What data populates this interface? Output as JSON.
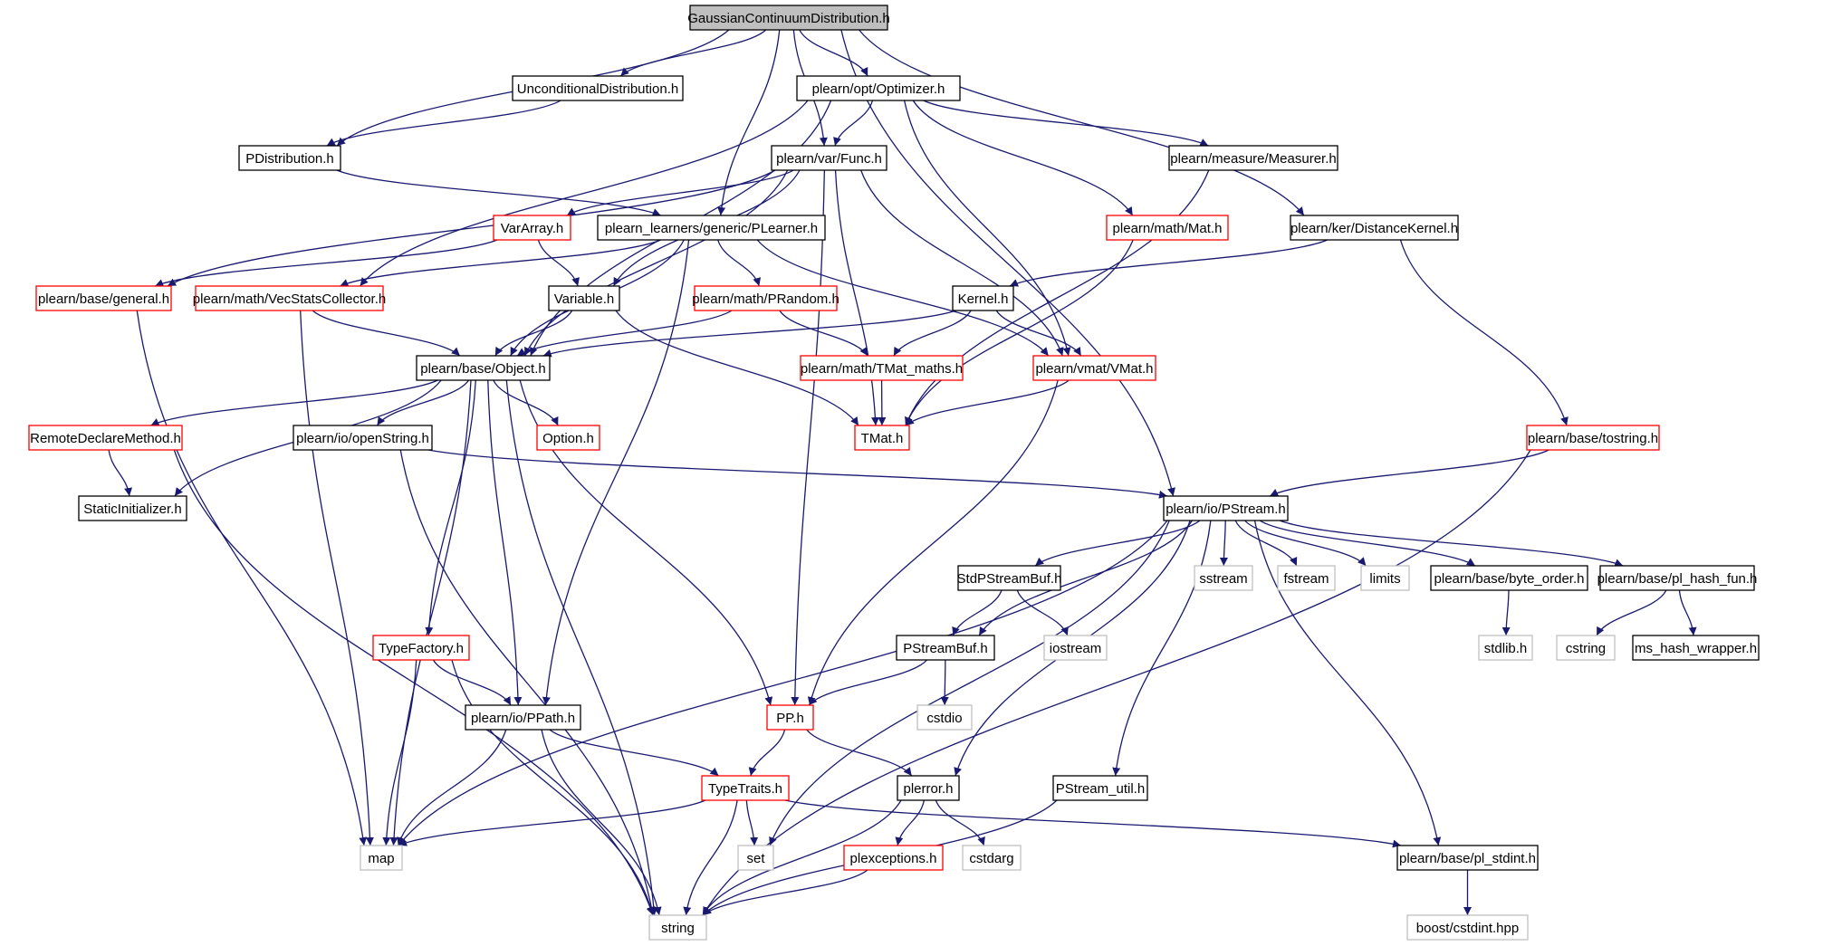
{
  "colors": {
    "edge": "#191970",
    "border_black": "#000000",
    "border_red": "#ff0000",
    "border_gray": "#bfbfbf",
    "text": "#000000",
    "root_fill": "#bfbfbf",
    "fill": "#ffffff"
  },
  "nodes": [
    {
      "id": "GaussianContinuumDistribution",
      "label": "GaussianContinuumDistribution.h",
      "style": "root"
    },
    {
      "id": "UnconditionalDistribution",
      "label": "UnconditionalDistribution.h",
      "style": "black"
    },
    {
      "id": "Optimizer",
      "label": "plearn/opt/Optimizer.h",
      "style": "black"
    },
    {
      "id": "PDistribution",
      "label": "PDistribution.h",
      "style": "black"
    },
    {
      "id": "Func",
      "label": "plearn/var/Func.h",
      "style": "black"
    },
    {
      "id": "Measurer",
      "label": "plearn/measure/Measurer.h",
      "style": "black"
    },
    {
      "id": "Mat",
      "label": "plearn/math/Mat.h",
      "style": "red"
    },
    {
      "id": "DistanceKernel",
      "label": "plearn/ker/DistanceKernel.h",
      "style": "black"
    },
    {
      "id": "VarArray",
      "label": "VarArray.h",
      "style": "red"
    },
    {
      "id": "PLearner",
      "label": "plearn_learners/generic/PLearner.h",
      "style": "black"
    },
    {
      "id": "general",
      "label": "plearn/base/general.h",
      "style": "red"
    },
    {
      "id": "VecStatsCollector",
      "label": "plearn/math/VecStatsCollector.h",
      "style": "red"
    },
    {
      "id": "Variable",
      "label": "Variable.h",
      "style": "black"
    },
    {
      "id": "PRandom",
      "label": "plearn/math/PRandom.h",
      "style": "red"
    },
    {
      "id": "Kernel",
      "label": "Kernel.h",
      "style": "black"
    },
    {
      "id": "Object",
      "label": "plearn/base/Object.h",
      "style": "black"
    },
    {
      "id": "TMat_maths",
      "label": "plearn/math/TMat_maths.h",
      "style": "red"
    },
    {
      "id": "VMat",
      "label": "plearn/vmat/VMat.h",
      "style": "red"
    },
    {
      "id": "RemoteDeclareMethod",
      "label": "RemoteDeclareMethod.h",
      "style": "red"
    },
    {
      "id": "openString",
      "label": "plearn/io/openString.h",
      "style": "black"
    },
    {
      "id": "Option",
      "label": "Option.h",
      "style": "red"
    },
    {
      "id": "TMat",
      "label": "TMat.h",
      "style": "red"
    },
    {
      "id": "tostring",
      "label": "plearn/base/tostring.h",
      "style": "red"
    },
    {
      "id": "StaticInitializer",
      "label": "StaticInitializer.h",
      "style": "black"
    },
    {
      "id": "PStream",
      "label": "plearn/io/PStream.h",
      "style": "black"
    },
    {
      "id": "StdPStreamBuf",
      "label": "StdPStreamBuf.h",
      "style": "black"
    },
    {
      "id": "sstream",
      "label": "sstream",
      "style": "gray"
    },
    {
      "id": "fstream",
      "label": "fstream",
      "style": "gray"
    },
    {
      "id": "limits",
      "label": "limits",
      "style": "gray"
    },
    {
      "id": "byte_order",
      "label": "plearn/base/byte_order.h",
      "style": "black"
    },
    {
      "id": "pl_hash_fun",
      "label": "plearn/base/pl_hash_fun.h",
      "style": "black"
    },
    {
      "id": "TypeFactory",
      "label": "TypeFactory.h",
      "style": "red"
    },
    {
      "id": "PStreamBuf",
      "label": "PStreamBuf.h",
      "style": "black"
    },
    {
      "id": "iostream",
      "label": "iostream",
      "style": "gray"
    },
    {
      "id": "stdlib",
      "label": "stdlib.h",
      "style": "gray"
    },
    {
      "id": "cstring",
      "label": "cstring",
      "style": "gray"
    },
    {
      "id": "ms_hash_wrapper",
      "label": "ms_hash_wrapper.h",
      "style": "black"
    },
    {
      "id": "PPath",
      "label": "plearn/io/PPath.h",
      "style": "black"
    },
    {
      "id": "PP",
      "label": "PP.h",
      "style": "red"
    },
    {
      "id": "cstdio",
      "label": "cstdio",
      "style": "gray"
    },
    {
      "id": "TypeTraits",
      "label": "TypeTraits.h",
      "style": "red"
    },
    {
      "id": "plerror",
      "label": "plerror.h",
      "style": "black"
    },
    {
      "id": "PStream_util",
      "label": "PStream_util.h",
      "style": "black"
    },
    {
      "id": "map",
      "label": "map",
      "style": "gray"
    },
    {
      "id": "set",
      "label": "set",
      "style": "gray"
    },
    {
      "id": "plexceptions",
      "label": "plexceptions.h",
      "style": "red"
    },
    {
      "id": "cstdarg",
      "label": "cstdarg",
      "style": "gray"
    },
    {
      "id": "pl_stdint",
      "label": "plearn/base/pl_stdint.h",
      "style": "black"
    },
    {
      "id": "string",
      "label": "string",
      "style": "gray"
    },
    {
      "id": "boost_cstdint",
      "label": "boost/cstdint.hpp",
      "style": "gray"
    }
  ],
  "edges": [
    [
      "GaussianContinuumDistribution",
      "UnconditionalDistribution"
    ],
    [
      "GaussianContinuumDistribution",
      "PDistribution"
    ],
    [
      "GaussianContinuumDistribution",
      "Optimizer"
    ],
    [
      "GaussianContinuumDistribution",
      "Func"
    ],
    [
      "GaussianContinuumDistribution",
      "PLearner"
    ],
    [
      "GaussianContinuumDistribution",
      "DistanceKernel"
    ],
    [
      "GaussianContinuumDistribution",
      "PStream"
    ],
    [
      "UnconditionalDistribution",
      "PDistribution"
    ],
    [
      "PDistribution",
      "PLearner"
    ],
    [
      "Optimizer",
      "Func"
    ],
    [
      "Optimizer",
      "Object"
    ],
    [
      "Optimizer",
      "VecStatsCollector"
    ],
    [
      "Optimizer",
      "Measurer"
    ],
    [
      "Optimizer",
      "Mat"
    ],
    [
      "Optimizer",
      "VMat"
    ],
    [
      "Func",
      "VarArray"
    ],
    [
      "Func",
      "general"
    ],
    [
      "Func",
      "Object"
    ],
    [
      "Func",
      "Variable"
    ],
    [
      "Func",
      "PP"
    ],
    [
      "Func",
      "TMat"
    ],
    [
      "Func",
      "VMat"
    ],
    [
      "Measurer",
      "TMat"
    ],
    [
      "Mat",
      "TMat"
    ],
    [
      "DistanceKernel",
      "Kernel"
    ],
    [
      "DistanceKernel",
      "tostring"
    ],
    [
      "VarArray",
      "general"
    ],
    [
      "VarArray",
      "Variable"
    ],
    [
      "PLearner",
      "Object"
    ],
    [
      "PLearner",
      "VecStatsCollector"
    ],
    [
      "PLearner",
      "PRandom"
    ],
    [
      "PLearner",
      "VMat"
    ],
    [
      "PLearner",
      "PPath"
    ],
    [
      "general",
      "map"
    ],
    [
      "VecStatsCollector",
      "Object"
    ],
    [
      "VecStatsCollector",
      "map"
    ],
    [
      "Variable",
      "Object"
    ],
    [
      "Variable",
      "TMat"
    ],
    [
      "PRandom",
      "Object"
    ],
    [
      "PRandom",
      "TMat_maths"
    ],
    [
      "Kernel",
      "Object"
    ],
    [
      "Kernel",
      "TMat_maths"
    ],
    [
      "Kernel",
      "VMat"
    ],
    [
      "TMat_maths",
      "TMat"
    ],
    [
      "VMat",
      "TMat"
    ],
    [
      "VMat",
      "PP"
    ],
    [
      "Object",
      "RemoteDeclareMethod"
    ],
    [
      "Object",
      "StaticInitializer"
    ],
    [
      "Object",
      "openString"
    ],
    [
      "Object",
      "Option"
    ],
    [
      "Object",
      "TypeFactory"
    ],
    [
      "Object",
      "PPath"
    ],
    [
      "Object",
      "PP"
    ],
    [
      "Object",
      "map"
    ],
    [
      "Object",
      "string"
    ],
    [
      "RemoteDeclareMethod",
      "StaticInitializer"
    ],
    [
      "RemoteDeclareMethod",
      "string"
    ],
    [
      "openString",
      "PStream"
    ],
    [
      "openString",
      "string"
    ],
    [
      "tostring",
      "PStream"
    ],
    [
      "tostring",
      "string"
    ],
    [
      "PStream",
      "StdPStreamBuf"
    ],
    [
      "PStream",
      "sstream"
    ],
    [
      "PStream",
      "fstream"
    ],
    [
      "PStream",
      "limits"
    ],
    [
      "PStream",
      "byte_order"
    ],
    [
      "PStream",
      "pl_hash_fun"
    ],
    [
      "PStream",
      "PStreamBuf"
    ],
    [
      "PStream",
      "plerror"
    ],
    [
      "PStream",
      "PStream_util"
    ],
    [
      "PStream",
      "map"
    ],
    [
      "PStream",
      "set"
    ],
    [
      "PStream",
      "pl_stdint"
    ],
    [
      "StdPStreamBuf",
      "PStreamBuf"
    ],
    [
      "StdPStreamBuf",
      "iostream"
    ],
    [
      "byte_order",
      "stdlib"
    ],
    [
      "pl_hash_fun",
      "cstring"
    ],
    [
      "pl_hash_fun",
      "ms_hash_wrapper"
    ],
    [
      "PStreamBuf",
      "PP"
    ],
    [
      "PStreamBuf",
      "cstdio"
    ],
    [
      "TypeFactory",
      "PPath"
    ],
    [
      "TypeFactory",
      "map"
    ],
    [
      "TypeFactory",
      "string"
    ],
    [
      "PPath",
      "TypeTraits"
    ],
    [
      "PPath",
      "map"
    ],
    [
      "PPath",
      "string"
    ],
    [
      "PP",
      "TypeTraits"
    ],
    [
      "PP",
      "plerror"
    ],
    [
      "TypeTraits",
      "map"
    ],
    [
      "TypeTraits",
      "set"
    ],
    [
      "TypeTraits",
      "string"
    ],
    [
      "TypeTraits",
      "pl_stdint"
    ],
    [
      "plerror",
      "plexceptions"
    ],
    [
      "plerror",
      "cstdarg"
    ],
    [
      "plerror",
      "string"
    ],
    [
      "plexceptions",
      "string"
    ],
    [
      "PStream_util",
      "string"
    ],
    [
      "pl_stdint",
      "boost_cstdint"
    ]
  ]
}
